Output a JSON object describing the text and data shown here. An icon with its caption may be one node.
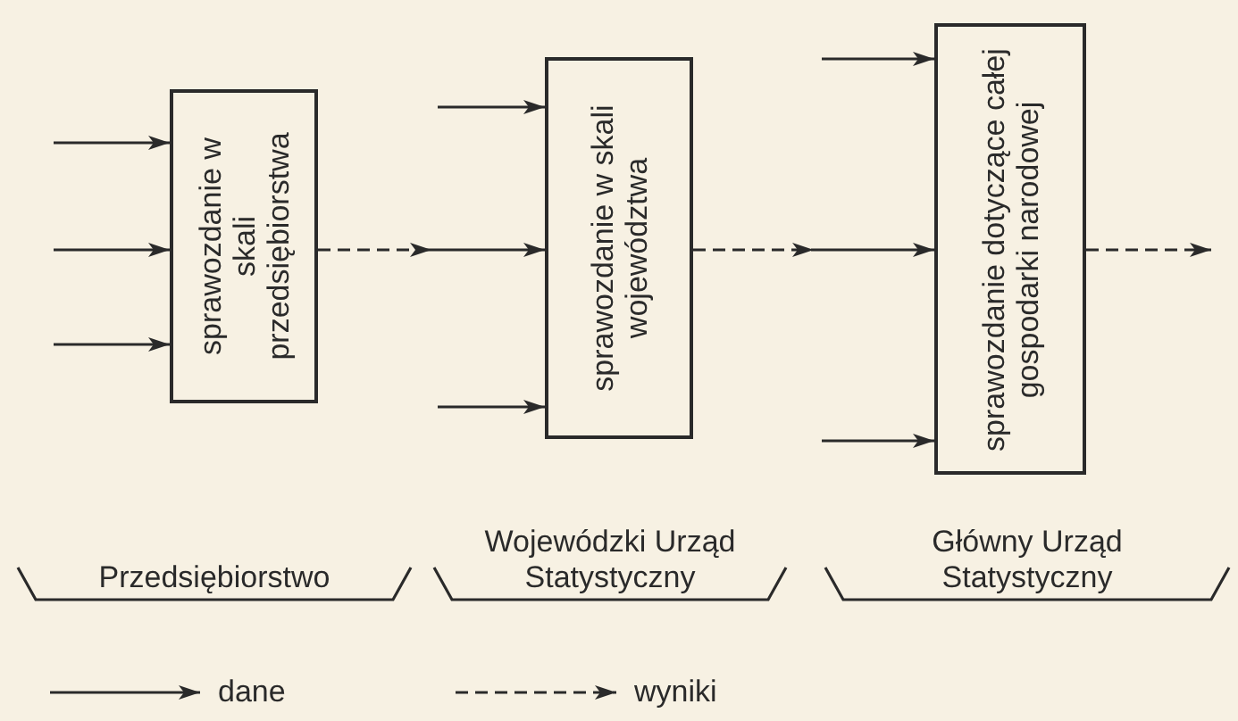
{
  "diagram": {
    "nodes": [
      {
        "text": [
          "sprawozdanie w skali przedsiębiorstwa"
        ]
      },
      {
        "text": [
          "sprawozdanie w skali województwa"
        ]
      },
      {
        "text": [
          "sprawozdanie dotyczące całej gospodarki narodowej"
        ]
      }
    ],
    "edges": [
      {
        "from": null,
        "to": 0,
        "arrow": "to"
      },
      {
        "from": null,
        "to": 0,
        "arrow": "to"
      },
      {
        "from": null,
        "to": 0,
        "arrow": "to"
      },
      {
        "from": 0,
        "to": 1,
        "arrow": "to",
        "style": "dashed"
      },
      {
        "from": null,
        "to": 1,
        "arrow": "to"
      },
      {
        "from": null,
        "to": 1,
        "arrow": "to"
      },
      {
        "from": 1,
        "to": 2,
        "arrow": "to",
        "style": "dashed"
      },
      {
        "from": null,
        "to": 2,
        "arrow": "to"
      },
      {
        "from": null,
        "to": 2,
        "arrow": "to"
      },
      {
        "from": 2,
        "to": null,
        "arrow": "to",
        "style": "dashed"
      }
    ],
    "labels": [
      "Przedsiębiorstwo",
      "Wojewódzki Urząd Statystyczny",
      "Główny Urząd Statystyczny"
    ],
    "legend": [
      {
        "text": "dane"
      },
      {
        "text": "wyniki"
      }
    ]
  }
}
